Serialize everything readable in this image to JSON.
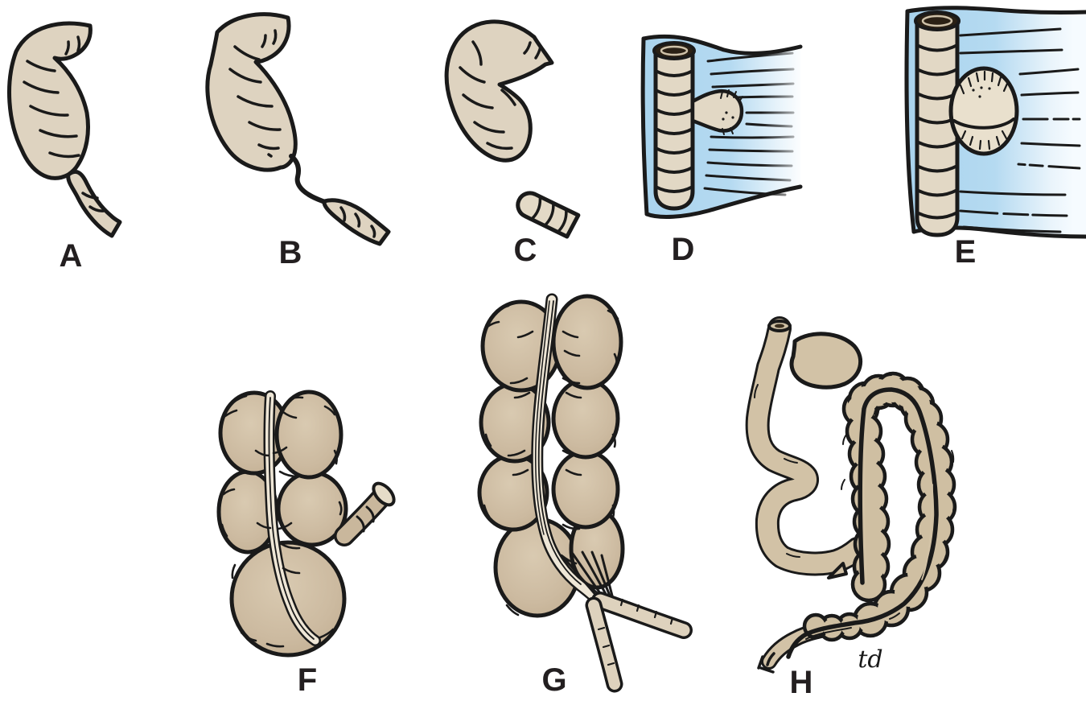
{
  "figure": {
    "panels": [
      {
        "label": "A"
      },
      {
        "label": "B"
      },
      {
        "label": "C"
      },
      {
        "label": "D"
      },
      {
        "label": "E"
      },
      {
        "label": "F"
      },
      {
        "label": "G"
      },
      {
        "label": "H"
      }
    ],
    "signature": "td",
    "colors": {
      "background": "#ffffff",
      "outline": "#1a1a1a",
      "label_text": "#231f20",
      "bowel_light": "#ded3c0",
      "bowel_tube": "#e2d8c5",
      "bowel_dark": "#c9b79c",
      "bowel_tan": "#cfbfa2",
      "taenia_light": "#eee6d6",
      "mesentery_blue": "#a9d3ed",
      "lumen_dark": "#2b2115"
    }
  }
}
